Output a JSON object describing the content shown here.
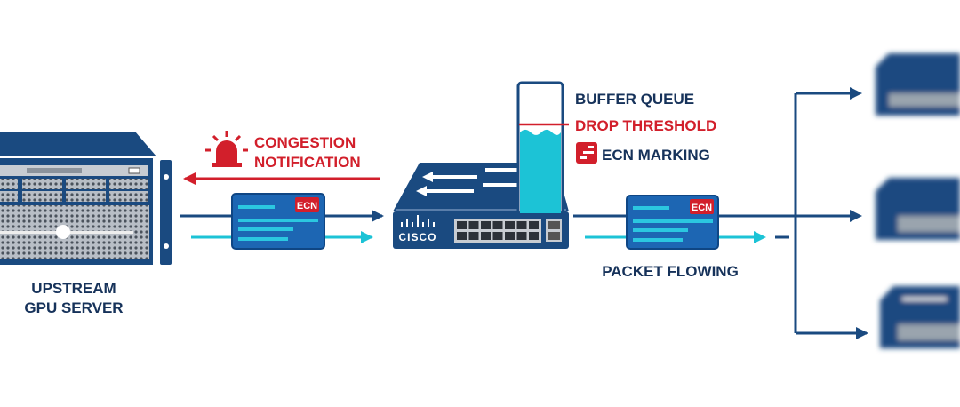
{
  "server": {
    "label_line1": "UPSTREAM",
    "label_line2": "GPU SERVER"
  },
  "congestion": {
    "line1": "CONGESTION",
    "line2": "NOTIFICATION",
    "icon": "alarm-siren-icon"
  },
  "packet": {
    "badge": "ECN"
  },
  "switch": {
    "brand": "CISCO"
  },
  "buffer": {
    "queue_label": "BUFFER QUEUE",
    "threshold_label": "DROP THRESHOLD",
    "ecn_marking_label": "ECN MARKING",
    "fill_level_percent": 62
  },
  "flow": {
    "label": "PACKET FLOWING"
  },
  "colors": {
    "navy": "#1a4a80",
    "red": "#d21f2b",
    "cyan": "#1cc3d6",
    "packet_blue": "#1d66b3"
  }
}
